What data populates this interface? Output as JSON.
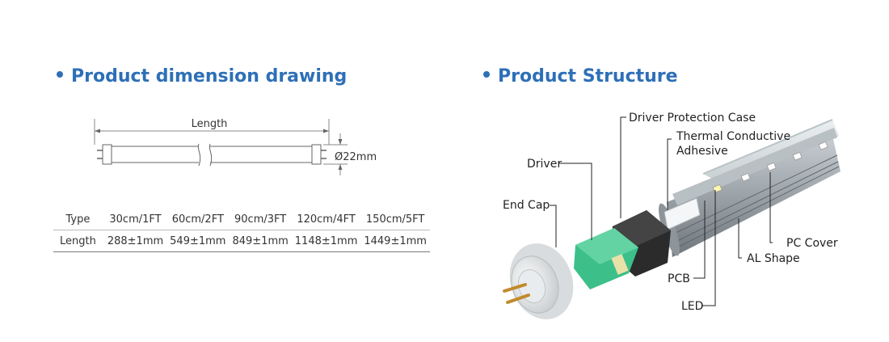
{
  "left_section": {
    "title": "Product dimension drawing",
    "drawing": {
      "length_label": "Length",
      "diameter_label": "Ø22mm"
    },
    "table": {
      "rows": [
        {
          "header": "Type",
          "cells": [
            "30cm/1FT",
            "60cm/2FT",
            "90cm/3FT",
            "120cm/4FT",
            "150cm/5FT"
          ]
        },
        {
          "header": "Length",
          "cells": [
            "288±1mm",
            "549±1mm",
            "849±1mm",
            "1148±1mm",
            "1449±1mm"
          ]
        }
      ]
    }
  },
  "right_section": {
    "title": "Product Structure",
    "callouts": {
      "driver_protection_case": "Driver Protection Case",
      "thermal_line1": "Thermal Conductive",
      "thermal_line2": "Adhesive",
      "driver": "Driver",
      "end_cap": "End Cap",
      "pc_cover": "PC Cover",
      "al_shape": "AL Shape",
      "pcb": "PCB",
      "led": "LED"
    }
  },
  "colors": {
    "heading_blue": "#2e6fb7",
    "driver_green": "#3dbf8a"
  }
}
